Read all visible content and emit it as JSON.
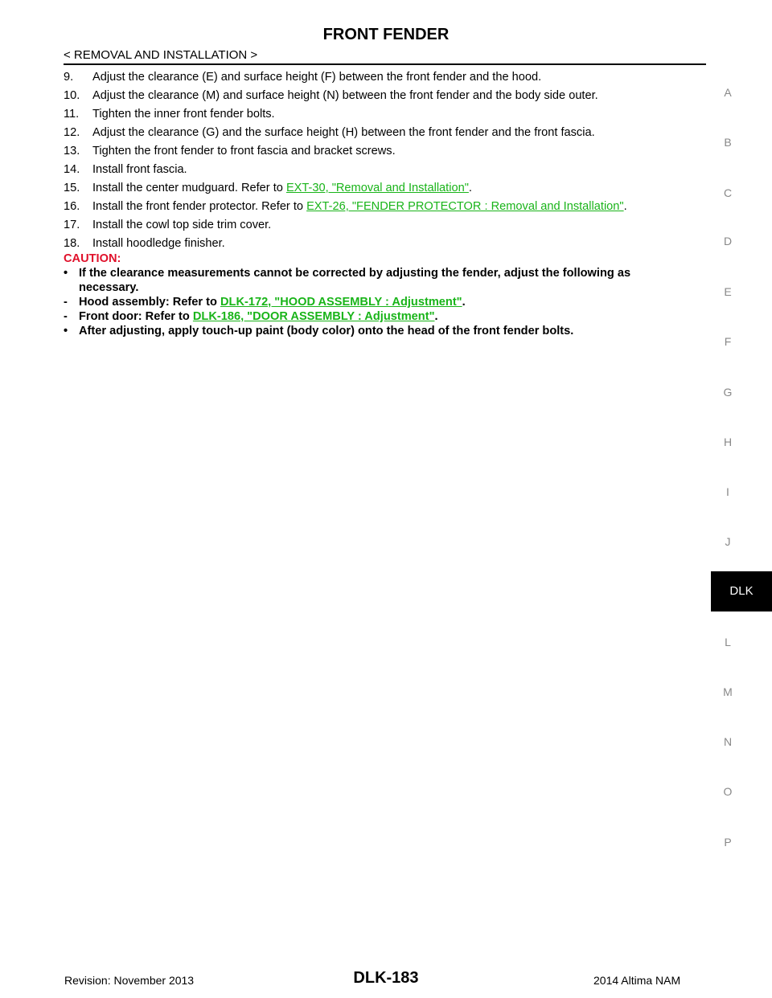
{
  "header": {
    "title": "FRONT FENDER",
    "breadcrumb": "< REMOVAL AND INSTALLATION >"
  },
  "steps": [
    {
      "num": "9.",
      "text": "Adjust the clearance (E) and surface height (F) between the front fender and the hood."
    },
    {
      "num": "10.",
      "text": "Adjust the clearance (M) and surface height (N) between the front fender and the body side outer."
    },
    {
      "num": "11.",
      "text": "Tighten the inner front fender bolts."
    },
    {
      "num": "12.",
      "text": "Adjust the clearance (G) and the surface height (H) between the front fender and the front fascia."
    },
    {
      "num": "13.",
      "text": "Tighten the front fender to front fascia and bracket screws."
    },
    {
      "num": "14.",
      "text": "Install front fascia."
    },
    {
      "num": "15.",
      "text": "Install the center mudguard. Refer to ",
      "link": "EXT-30, \"Removal and Installation\"",
      "after": "."
    },
    {
      "num": "16.",
      "text": "Install the front fender protector. Refer to ",
      "link": "EXT-26, \"FENDER PROTECTOR : Removal and Installation\"",
      "after": "."
    },
    {
      "num": "17.",
      "text": "Install the cowl top side trim cover."
    },
    {
      "num": "18.",
      "text": "Install hoodledge finisher."
    }
  ],
  "caution": {
    "title": "CAUTION:",
    "bullet1_mark": "•",
    "bullet1_line1": "If the clearance measurements cannot be corrected by adjusting the fender, adjust the following as",
    "bullet1_line2": "necessary.",
    "sub1_mark": "-",
    "sub1_text": "Hood assembly: Refer to ",
    "sub1_link": "DLK-172, \"HOOD ASSEMBLY : Adjustment\"",
    "sub1_after": ".",
    "sub2_mark": "-",
    "sub2_text": "Front door: Refer to ",
    "sub2_link": "DLK-186, \"DOOR ASSEMBLY : Adjustment\"",
    "sub2_after": ".",
    "bullet2_mark": "•",
    "bullet2_text": "After adjusting, apply touch-up paint (body color) onto the head of the front fender bolts."
  },
  "side_index": {
    "letters": [
      "A",
      "B",
      "C",
      "D",
      "E",
      "F",
      "G",
      "H",
      "I",
      "J",
      "L",
      "M",
      "N",
      "O",
      "P"
    ],
    "active_tab": "DLK"
  },
  "footer": {
    "revision": "Revision: November 2013",
    "page": "DLK-183",
    "model": "2014 Altima NAM"
  },
  "colors": {
    "link": "#19b419",
    "caution": "#e0102a",
    "tab_bg": "#000000"
  }
}
